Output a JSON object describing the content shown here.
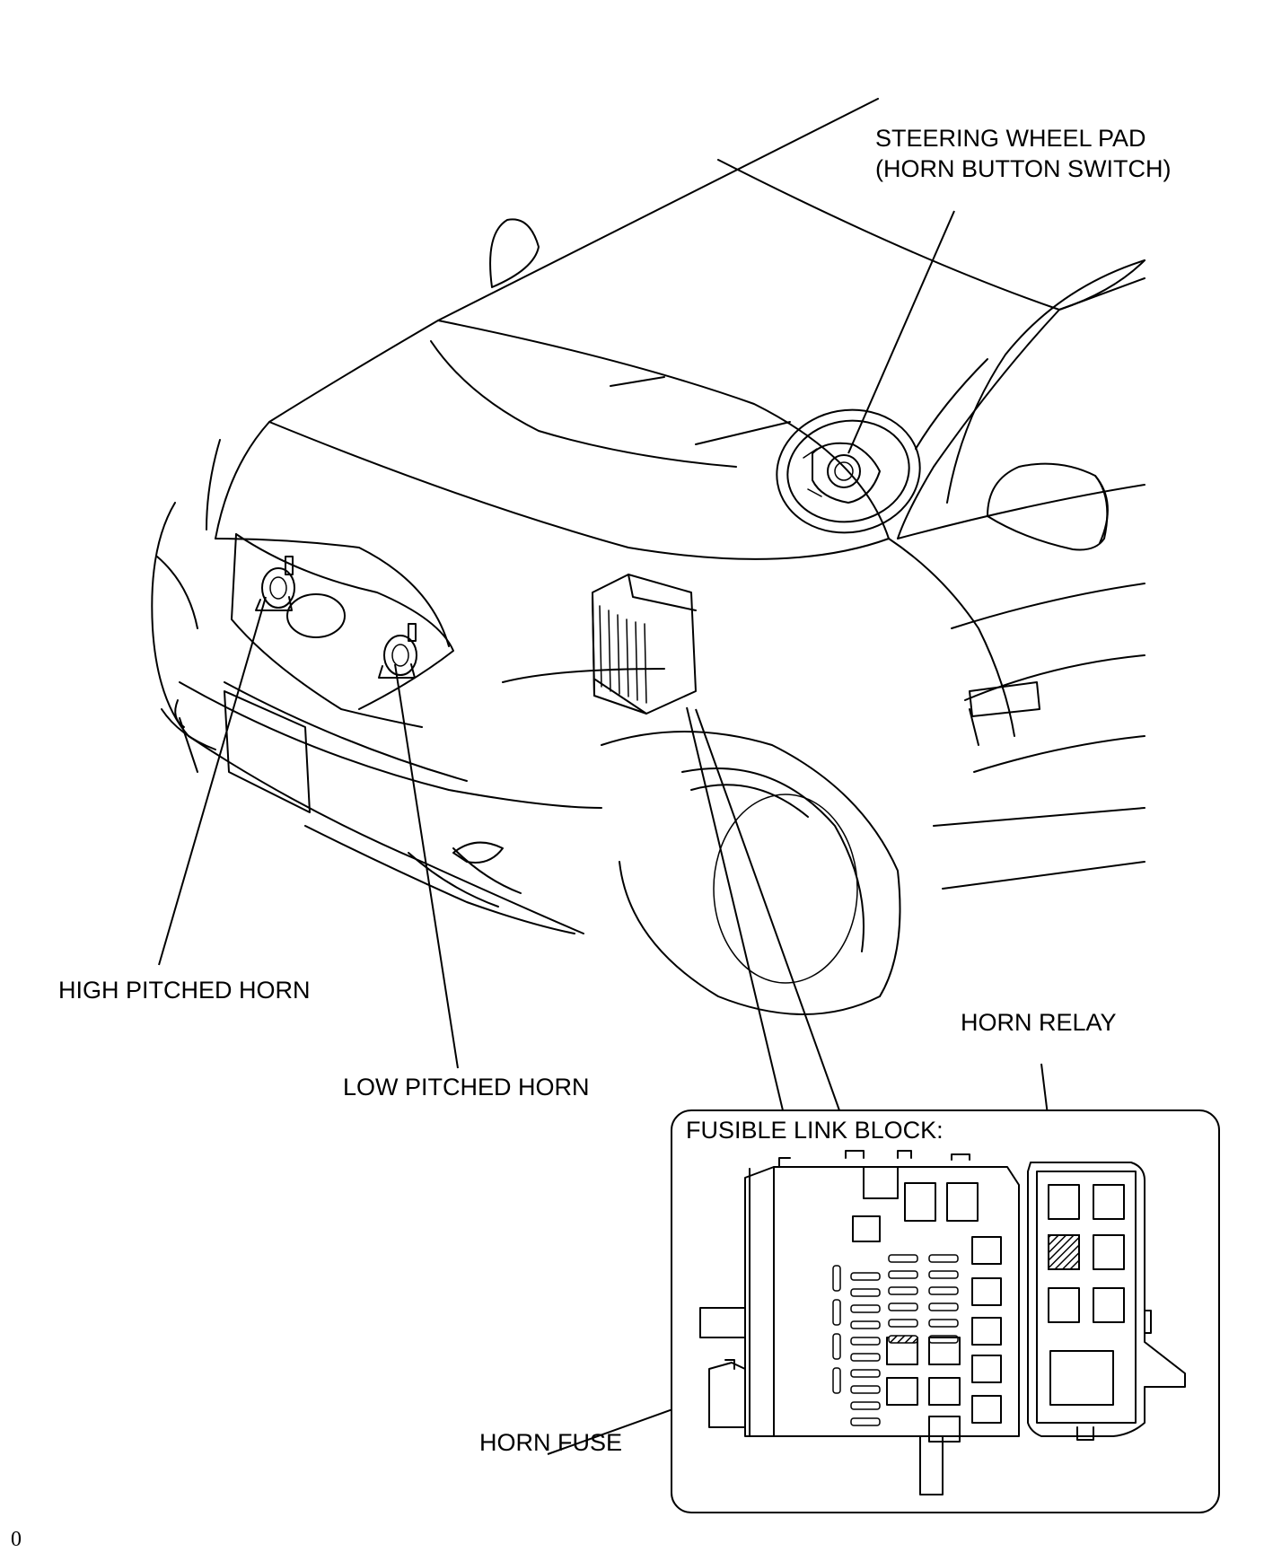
{
  "labels": {
    "steering_line1": "STEERING WHEEL PAD",
    "steering_line2": "(HORN BUTTON SWITCH)",
    "high_horn": "HIGH PITCHED HORN",
    "low_horn": "LOW PITCHED HORN",
    "horn_relay": "HORN RELAY",
    "fusible_block": "FUSIBLE LINK BLOCK:",
    "horn_fuse": "HORN FUSE",
    "page_marker": "0"
  },
  "colors": {
    "line": "#000000",
    "background": "#ffffff"
  }
}
